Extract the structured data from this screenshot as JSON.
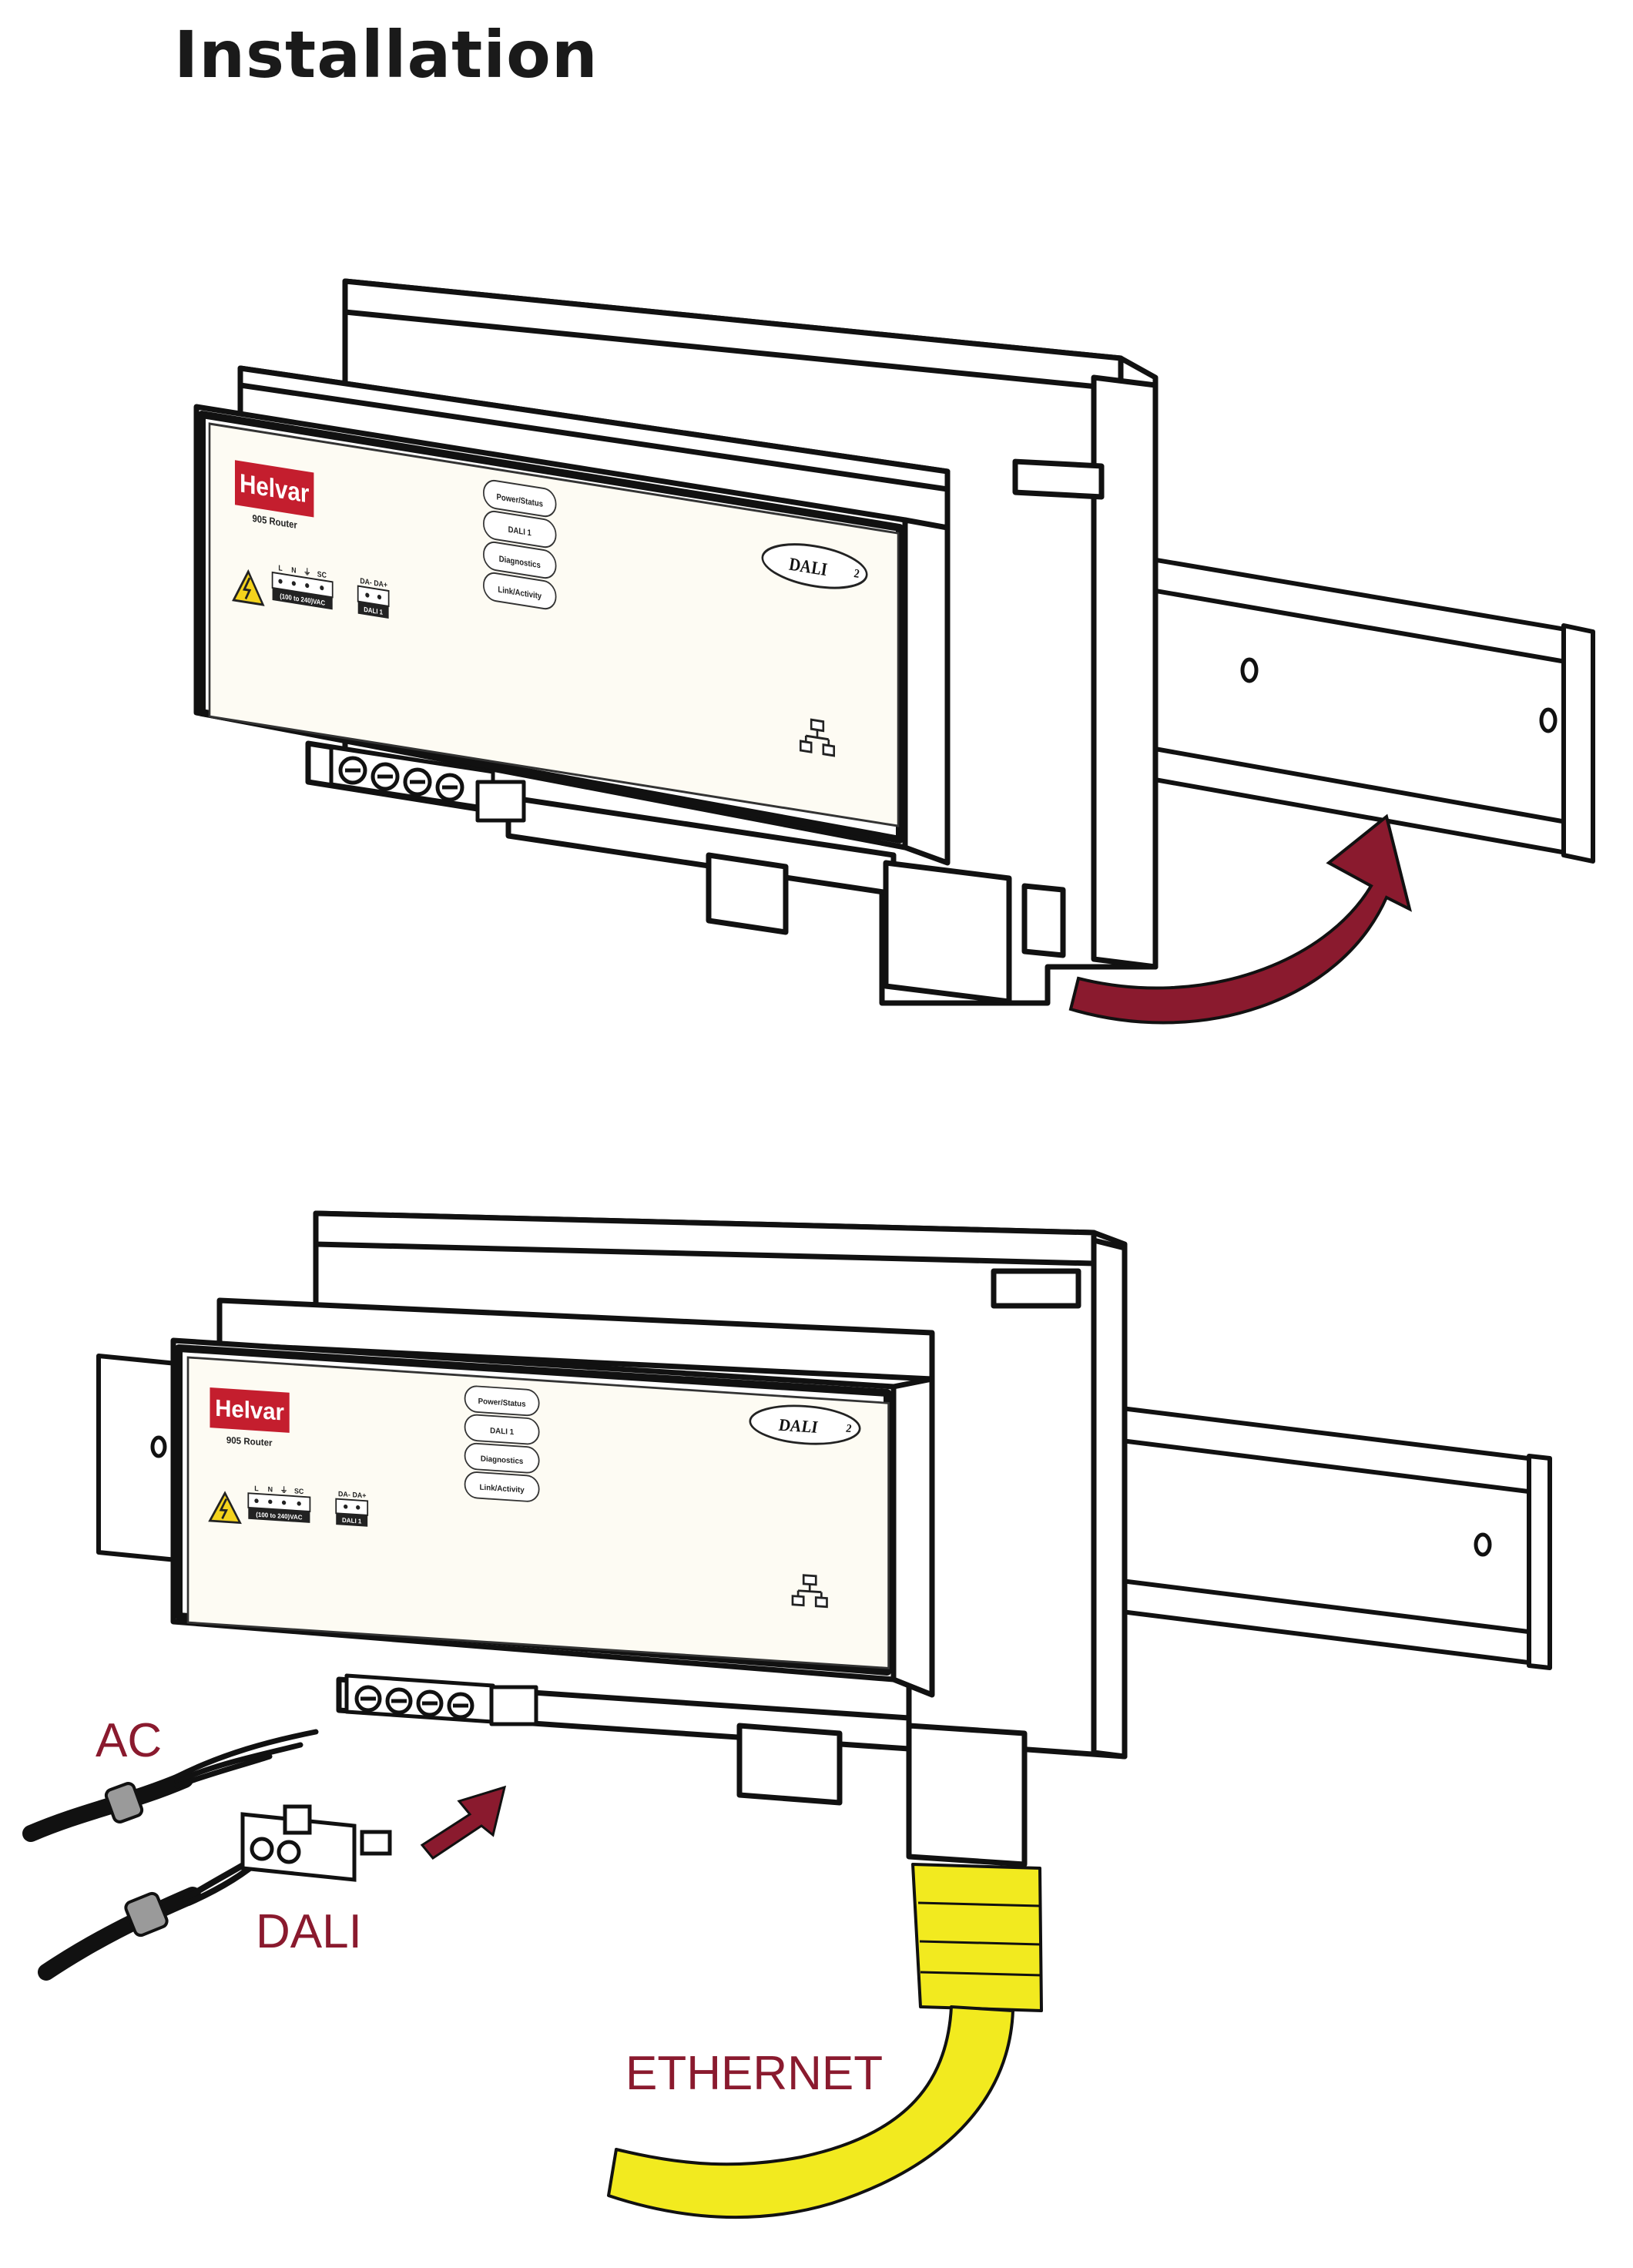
{
  "page": {
    "title": "Installation"
  },
  "device": {
    "brand": "Helvar",
    "model": "905 Router",
    "led_labels": [
      "Power/Status",
      "DALI 1",
      "Diagnostics",
      "Link/Activity"
    ],
    "dali_logo": "DALI",
    "dali_logo_version": "2",
    "power_terminals": [
      "L",
      "N",
      "⏚",
      "SC"
    ],
    "voltage": "(100 to 240)VAC",
    "dali_terminals": [
      "DA-",
      "DA+"
    ],
    "dali_port": "DALI 1"
  },
  "callouts": {
    "ac": "AC",
    "dali": "DALI",
    "ethernet": "ETHERNET"
  },
  "colors": {
    "accent": "#8a1a2e",
    "brand_red": "#c41e2e",
    "ethernet": "#f2ea1f",
    "panel": "#fdfbf3"
  },
  "icons": {
    "warning": "warning-icon",
    "network": "network-icon",
    "arrow": "arrow-icon"
  }
}
